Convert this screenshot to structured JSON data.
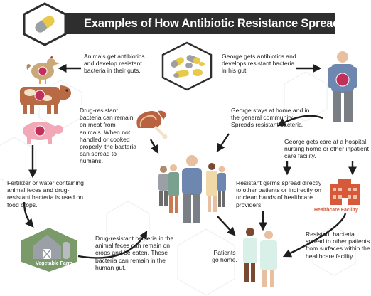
{
  "title": "Examples of How Antibiotic Resistance Spreads",
  "captions": {
    "animals_get_antibiotics": "Animals get antibiotics and develop resistant bacteria in their guts.",
    "george_gets_antibiotics": "George gets antibiotics and develops resistant bacteria in his gut.",
    "drug_resistant_meat": "Drug-resistant bacteria can remain on meat from animals. When not handled or cooked properly, the bacteria can spread to humans.",
    "george_stays_home": "George stays at home and in the general community. Spreads resistant bacteria.",
    "george_gets_care": "George gets care at a hospital, nursing home or other inpatient care facility.",
    "fertilizer": "Fertilizer or water containing animal feces and drug-resistant bacteria is used on food crops.",
    "resistant_germs_spread": "Resistant germs spread directly to other patients or indirectly on unclean hands of healthcare providers.",
    "crops": "Drug-resistant bacteria in the animal feces can remain on crops and be eaten. These bacteria can remain in the human gut.",
    "patients_go_home": "Patients go home.",
    "surfaces": "Resistant bacteria spread to other patients from surfaces within the healthcare facility."
  },
  "labels": {
    "vegetable_farm": "Vegetable Farm",
    "healthcare_facility": "Healthcare Facility"
  },
  "colors": {
    "title_bg": "#2e2e2e",
    "arrow": "#1e1e1e",
    "bacteria": "#c0305a",
    "facility": "#d65a3a",
    "pill_yellow": "#e8c94a",
    "pill_gray": "#9aa0a6"
  }
}
